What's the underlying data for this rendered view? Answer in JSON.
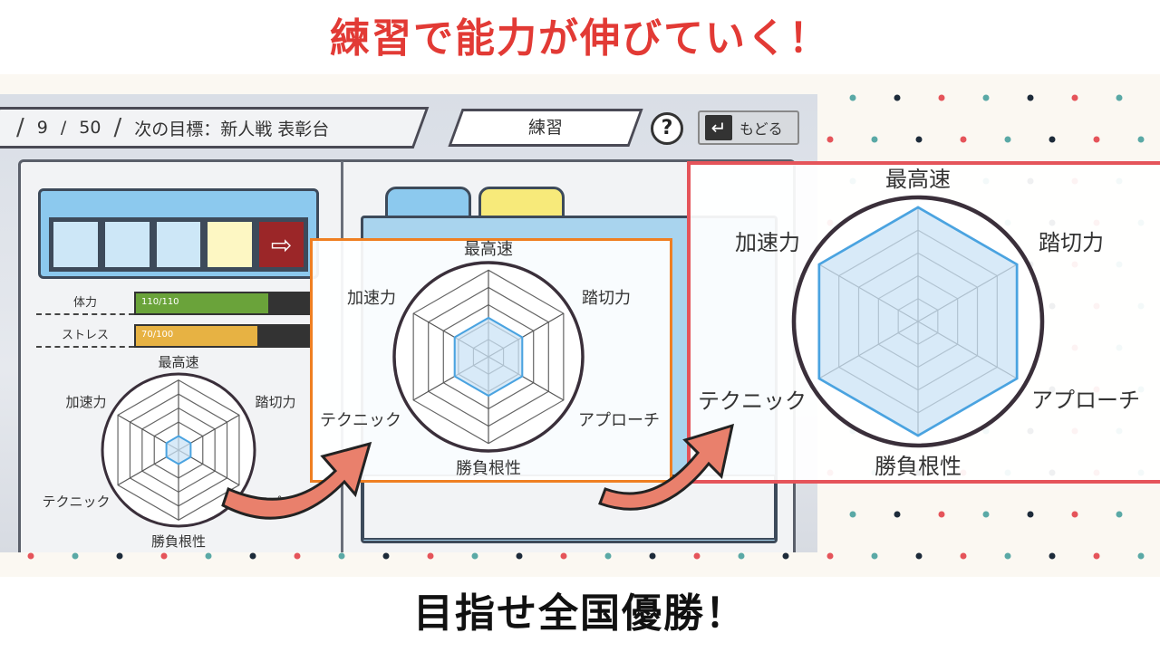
{
  "captions": {
    "top": "練習で能力が伸びていく！",
    "bottom": "目指せ全国優勝！"
  },
  "game": {
    "turn_current": "9",
    "turn_sep": "/",
    "turn_total": "50",
    "goal_text": "次の目標：新人戦 表彰台",
    "screen_title": "練習",
    "help_label": "?",
    "back_label": "もどる"
  },
  "stats": [
    {
      "label": "体力",
      "value_text": "110/110",
      "fraction": 0.76,
      "color": "#6aa33a"
    },
    {
      "label": "ストレス",
      "value_text": "70/100",
      "fraction": 0.7,
      "color": "#e7b243"
    }
  ],
  "radar_axes": [
    "最高速",
    "踏切力",
    "アプローチ",
    "勝負根性",
    "テクニック",
    "加速力"
  ],
  "radar_levels": {
    "small": [
      0.2,
      0.2,
      0.2,
      0.2,
      0.2,
      0.2
    ],
    "mid": [
      0.45,
      0.45,
      0.45,
      0.45,
      0.45,
      0.45
    ],
    "big": [
      1,
      1,
      1,
      1,
      1,
      1
    ]
  },
  "colors": {
    "caption_top": "#e23a35",
    "zoom_mid_border": "#ef7f22",
    "zoom_big_border": "#e5545a",
    "arrow": "#e9806c",
    "radar_stroke": "#4aa3e0",
    "radar_fill": "#cbe3f6"
  }
}
